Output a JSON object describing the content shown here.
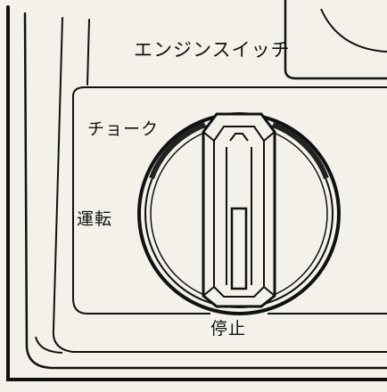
{
  "panel": {
    "title": "エンジンスイッチ"
  },
  "switch": {
    "positions": {
      "choke": "チョーク",
      "run": "運転",
      "stop": "停止"
    }
  }
}
